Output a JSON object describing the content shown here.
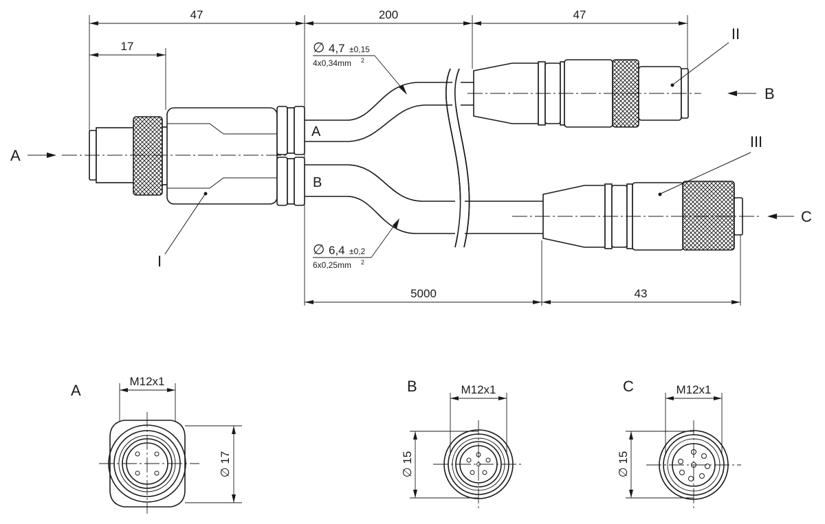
{
  "dimensions": {
    "top_left_total": "47",
    "top_left_inner": "17",
    "top_middle": "200",
    "top_right": "47",
    "bottom_cable": "5000",
    "bottom_right": "43"
  },
  "cable_specs": {
    "upper": {
      "diameter": "4,7",
      "tolerance": "±0,15",
      "conductors": "4x0,34mm",
      "sup": "2"
    },
    "lower": {
      "diameter": "6,4",
      "tolerance": "±0,2",
      "conductors": "6x0,25mm",
      "sup": "2"
    }
  },
  "diameter_symbol": "∅",
  "branch_labels": {
    "upper": "A",
    "lower": "B"
  },
  "view_arrows": {
    "left": "A",
    "right_upper": "B",
    "right_lower": "C"
  },
  "part_labels": {
    "main": "I",
    "upper_connector": "II",
    "lower_connector": "III"
  },
  "end_views": [
    {
      "title": "A",
      "thread": "M12x1",
      "diameter": "∅ 17"
    },
    {
      "title": "B",
      "thread": "M12x1",
      "diameter": "∅ 15"
    },
    {
      "title": "C",
      "thread": "M12x1",
      "diameter": "∅ 15"
    }
  ]
}
